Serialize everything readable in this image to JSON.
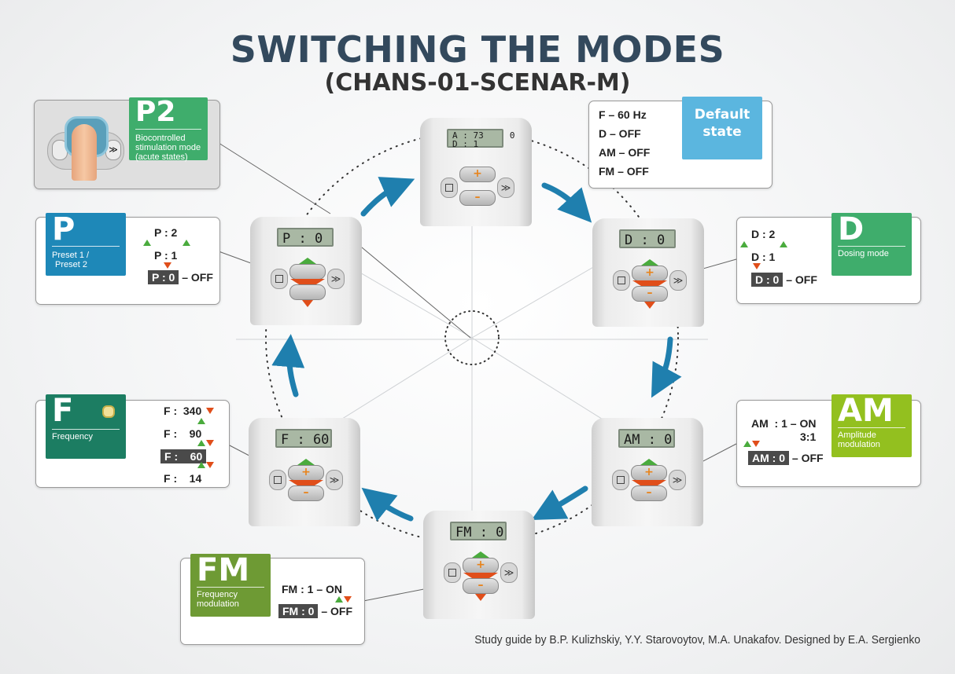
{
  "title": "SWITCHING THE MODES",
  "subtitle": "(CHANS-01-SCENAR-M)",
  "credits": "Study guide by B.P. Kulizhskiy,  Y.Y. Starovoytov, M.A. Unakafov. Designed by E.A. Sergienko",
  "colors": {
    "title": "#33495d",
    "p2_tag": "#3fad6c",
    "p_tag": "#1e88b8",
    "d_tag": "#3fad6c",
    "f_tag": "#1c7d62",
    "am_tag": "#93c01f",
    "fm_tag": "#6e9a34",
    "default_tag": "#5bb6df",
    "cycle_arrow": "#1f7fae",
    "increase_arrow": "#4aab3d",
    "decrease_arrow": "#e04e1a"
  },
  "p2": {
    "code": "P2",
    "desc": [
      "Biocontrolled",
      "stimulation mode",
      "(acute states)"
    ]
  },
  "p": {
    "code": "P",
    "desc": [
      "Preset 1 /",
      "Preset 2"
    ],
    "lines": [
      "P : 2",
      "P : 1"
    ],
    "off_code": "P : 0",
    "off_text": "– OFF"
  },
  "default_state": {
    "tag": [
      "Default",
      "state"
    ],
    "lines": [
      "F – 60 Hz",
      "D – OFF",
      "AM – OFF",
      "FM – OFF"
    ]
  },
  "d": {
    "code": "D",
    "desc": [
      "Dosing mode"
    ],
    "lines": [
      "D : 2",
      "D : 1"
    ],
    "off_code": "D : 0",
    "off_text": "– OFF"
  },
  "f": {
    "code": "F",
    "desc": [
      "Frequency"
    ],
    "values": [
      "F :  340",
      "F :    90",
      "F :    60",
      "F :    14"
    ]
  },
  "am": {
    "code": "AM",
    "desc": [
      "Amplitude",
      "modulation"
    ],
    "on_line": "AM  : 1 – ON",
    "ratio": "3:1",
    "off_code": "AM : 0",
    "off_text": "– OFF"
  },
  "fm": {
    "code": "FM",
    "desc": [
      "Frequency",
      "modulation"
    ],
    "on_line": "FM : 1 – ON",
    "off_code": "FM : 0",
    "off_text": "– OFF"
  },
  "devices": {
    "top": {
      "line1": "A : 73     0",
      "line2": "D : 1"
    },
    "p": {
      "display": "P : 0"
    },
    "d": {
      "display": "D : 0"
    },
    "am": {
      "display": "AM : 0"
    },
    "fm": {
      "display": "FM : 0"
    },
    "f": {
      "display": "F : 60"
    }
  },
  "icons": {
    "mode_button": "square-button-icon",
    "chevron_button": "double-chevron-icon",
    "plus": "+",
    "minus": "–",
    "chevron": "≫"
  }
}
